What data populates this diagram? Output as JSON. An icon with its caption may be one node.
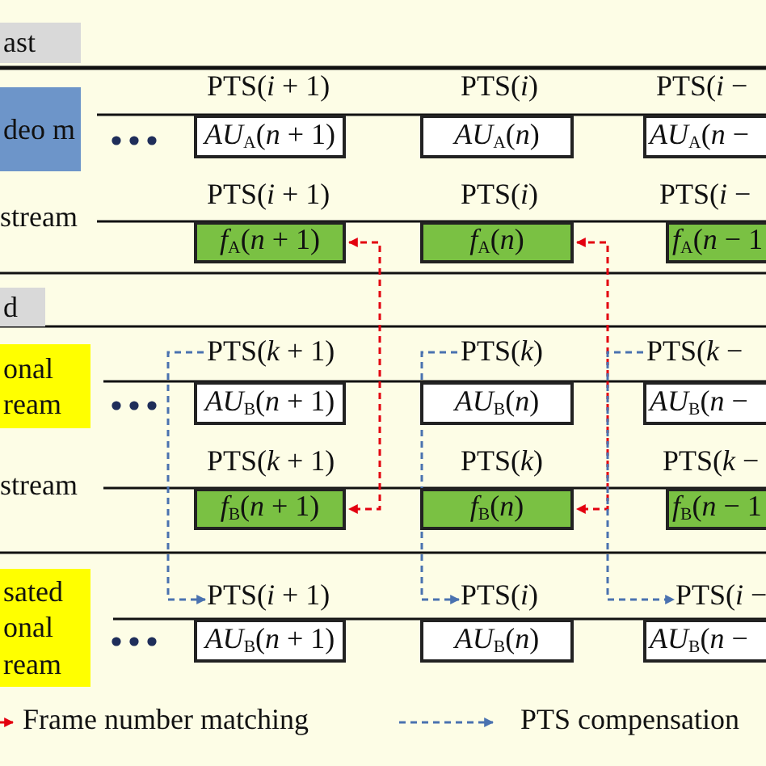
{
  "diagram": {
    "nodes": [
      {
        "text": [
          "ast"
        ]
      },
      {
        "text": [
          "deo m"
        ]
      },
      {
        "text": [
          "*AU*$_{A}$(*n* + 1)"
        ]
      },
      {
        "text": [
          "*AU*$_{A}$(*n*)"
        ]
      },
      {
        "text": [
          "*AU*$_{A}$(*n* −"
        ]
      },
      {
        "text": [
          "*f*$_{A}$(*n* + 1)"
        ]
      },
      {
        "text": [
          "*f*$_{A}$(*n*)"
        ]
      },
      {
        "text": [
          "*f*$_{A}$(*n* − 1"
        ]
      },
      {
        "text": [
          "d"
        ]
      },
      {
        "text": [
          "onal ream"
        ]
      },
      {
        "text": [
          "PTS(*k* + 1)"
        ]
      },
      {
        "text": [
          "PTS(*k*)"
        ]
      },
      {
        "text": [
          "PTS(*k* −"
        ]
      },
      {
        "text": [
          "*AU*$_{B}$(*n* + 1)"
        ]
      },
      {
        "text": [
          "*AU*$_{B}$(*n*)"
        ]
      },
      {
        "text": [
          "*AU*$_{B}$(*n* −"
        ]
      },
      {
        "text": [
          "*f*$_{B}$(*n* + 1)"
        ]
      },
      {
        "text": [
          "*f*$_{B}$(*n*)"
        ]
      },
      {
        "text": [
          "*f*$_{B}$(*n* − 1"
        ]
      },
      {
        "text": [
          "sated onal ream"
        ]
      },
      {
        "text": [
          "PTS(*i* + 1)"
        ]
      },
      {
        "text": [
          "PTS(*i*)"
        ]
      },
      {
        "text": [
          "PTS(*i* −"
        ]
      },
      {
        "text": [
          "*AU*$_{B}$(*n* + 1)"
        ]
      },
      {
        "text": [
          "*AU*$_{B}$(*n*)"
        ]
      },
      {
        "text": [
          "*AU*$_{B}$(*n* −"
        ]
      }
    ],
    "edges": [
      {
        "from": 5,
        "to": 16,
        "arrow": "both",
        "style": "dashed",
        "color": "#e3000f"
      },
      {
        "from": 6,
        "to": 17,
        "arrow": "both",
        "style": "dashed",
        "color": "#e3000f"
      },
      {
        "from": 10,
        "to": 20,
        "arrow": "to",
        "style": "dashed",
        "color": "#4a72b0"
      },
      {
        "from": 11,
        "to": 21,
        "arrow": "to",
        "style": "dashed",
        "color": "#4a72b0"
      },
      {
        "from": 12,
        "to": 22,
        "arrow": "to",
        "style": "dashed",
        "color": "#4a72b0"
      }
    ],
    "labels": [
      "PTS(*i* + 1)",
      "PTS(*i*)",
      "PTS(*i* −",
      "PTS(*i* + 1)",
      "PTS(*i*)",
      "PTS(*i* −",
      "stream",
      "PTS(*k* + 1)",
      "PTS(*k*)",
      "PTS(*k* −",
      "stream"
    ],
    "legend": [
      {
        "text": "Frame number matching"
      },
      {
        "text": "PTS compensation"
      }
    ]
  }
}
